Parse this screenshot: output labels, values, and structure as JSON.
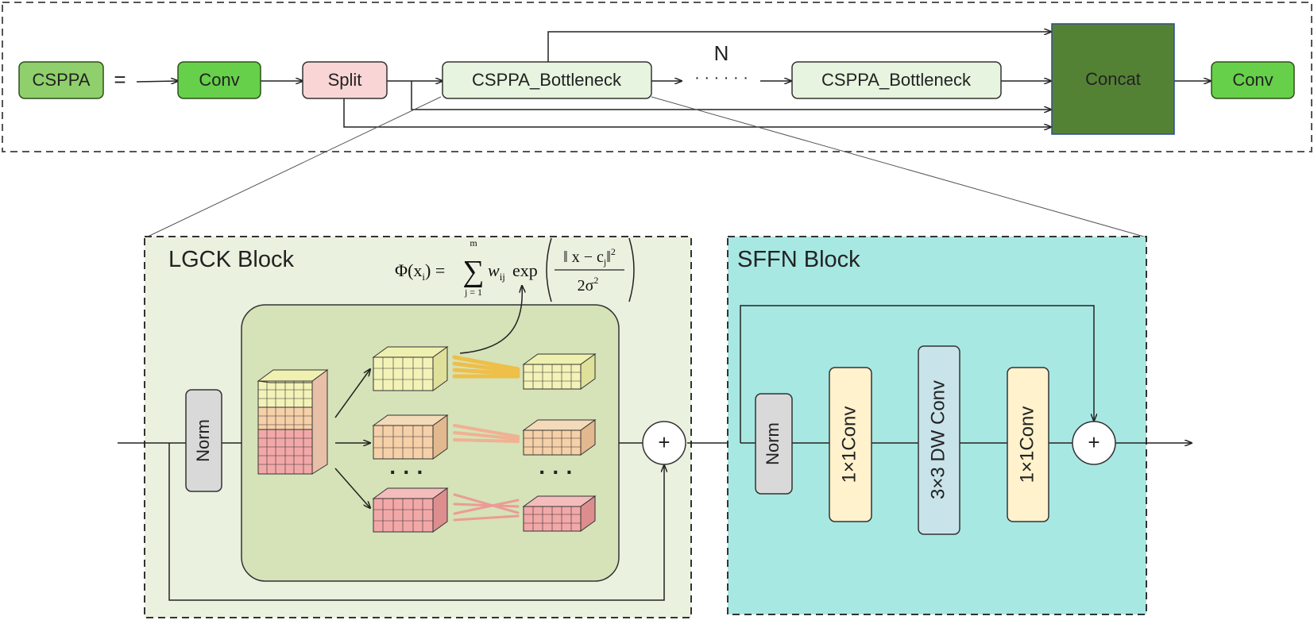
{
  "top_row": {
    "cs_label": "CSPPA",
    "equals": "=",
    "conv_in": "Conv",
    "split": "Split",
    "bottleneck_first": "CSPPA_Bottleneck",
    "repeat_n": "N",
    "dots": "· · · · · ·",
    "bottleneck_last": "CSPPA_Bottleneck",
    "concat": "Concat",
    "conv_out": "Conv"
  },
  "lgck": {
    "title": "LGCK Block",
    "norm": "Norm",
    "ellipsis": "· · ·",
    "formula": {
      "lhs": "Φ(x",
      "lhs_sub": "i",
      "lhs_close": ") =",
      "sum_top": "m",
      "sum_bottom": "j = 1",
      "sum_symbol": "∑",
      "weight": "w",
      "weight_sub": "ij",
      "exp": "exp",
      "numerator": "‖ x − c",
      "numerator_sub": "j",
      "numerator_close": "‖",
      "numerator_sup": "2",
      "denominator": "2σ",
      "denominator_sup": "2"
    }
  },
  "sffn": {
    "title": "SFFN Block",
    "norm": "Norm",
    "conv1": "1×1Conv",
    "dwconv": "3×3 DW Conv",
    "conv2": "1×1Conv"
  },
  "symbols": {
    "plus": "+"
  },
  "colors": {
    "conv_green": "#66d04a",
    "cs_green": "#8fd06c",
    "split_pink": "#f9d5d5",
    "bottleneck_green": "#e7f4df",
    "concat_green": "#548235",
    "lgck_bg": "#ebf1df",
    "lgck_inner": "#d6e2b8",
    "sffn_bg": "#a8e8e3",
    "norm_gray": "#d9d9d9",
    "conv_yellow": "#fff2cc",
    "dw_blue": "#c9e3ea",
    "cube_yellow": "#f3f3b8",
    "cube_orange": "#f6d0a8",
    "cube_pink": "#f3a8a8"
  }
}
